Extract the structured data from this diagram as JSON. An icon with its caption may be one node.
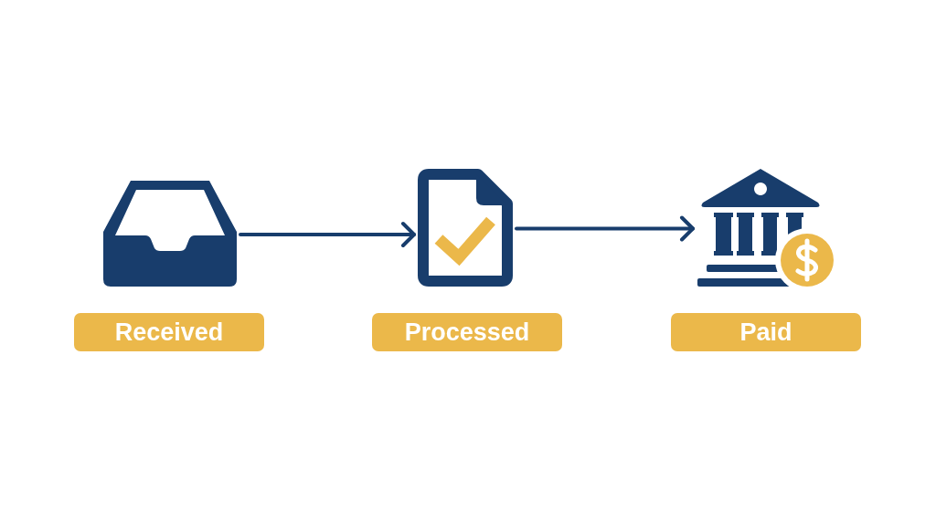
{
  "diagram": {
    "nodes": [
      {
        "text": [],
        "shape": "picture"
      },
      {
        "text": [
          "Received"
        ]
      },
      {
        "text": [],
        "shape": "picture"
      },
      {
        "text": [
          "Processed"
        ]
      },
      {
        "text": [],
        "shape": "picture"
      },
      {
        "text": [
          "Paid"
        ]
      }
    ],
    "edges": [
      {
        "from": 0,
        "to": 2,
        "arrow": "to"
      },
      {
        "from": 2,
        "to": 4,
        "arrow": "to"
      }
    ]
  }
}
